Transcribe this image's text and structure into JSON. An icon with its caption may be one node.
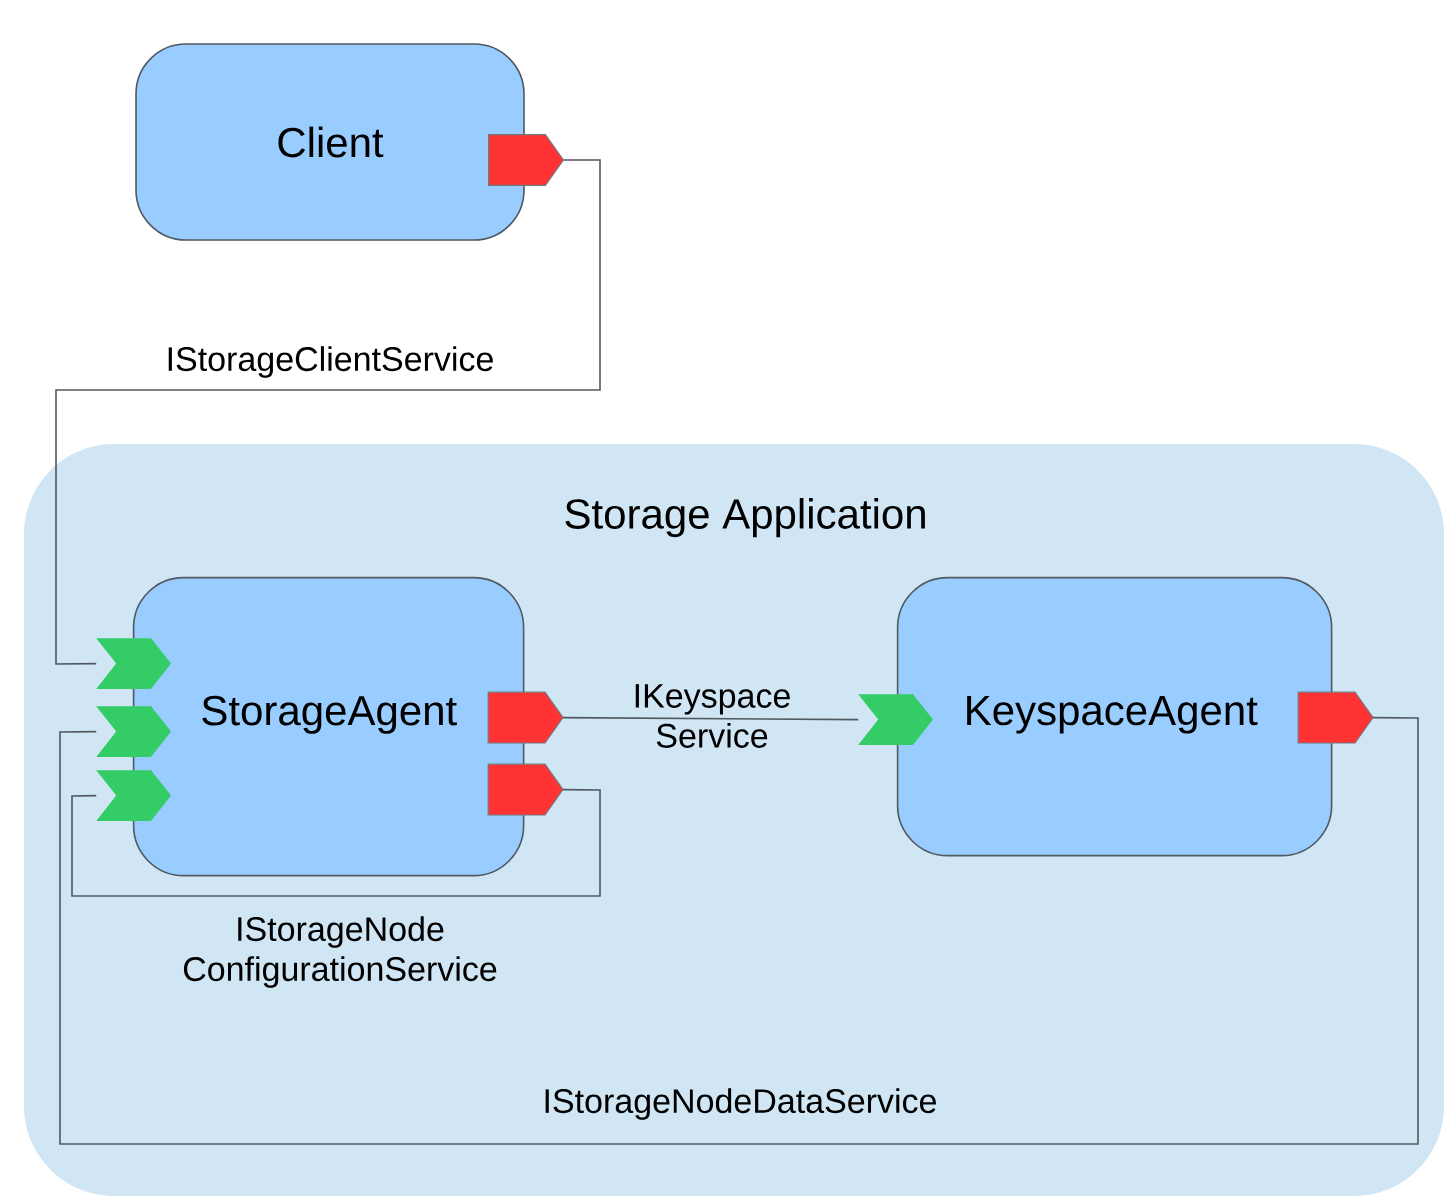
{
  "diagram": {
    "nodes": [
      {
        "text": [
          "Storage Application"
        ]
      },
      {
        "text": [
          "Client"
        ]
      },
      {
        "text": [
          "StorageAgent"
        ],
        "in": 0
      },
      {
        "text": [
          "KeyspaceAgent"
        ],
        "in": 0
      },
      {
        "text": [],
        "shape": "pentagon"
      },
      {
        "text": [],
        "shape": "chevron",
        "in": 0
      },
      {
        "text": [],
        "shape": "chevron",
        "in": 0
      },
      {
        "text": [],
        "shape": "chevron",
        "in": 0
      },
      {
        "text": [],
        "shape": "pentagon",
        "in": 0
      },
      {
        "text": [],
        "shape": "pentagon",
        "in": 0
      },
      {
        "text": [],
        "shape": "chevron",
        "in": 0
      },
      {
        "text": [],
        "shape": "pentagon",
        "in": 0
      }
    ],
    "edges": [
      {
        "from": 4,
        "to": 5,
        "arrow": "none",
        "label": "IStorageClientService"
      },
      {
        "from": 8,
        "to": 10,
        "arrow": "none",
        "label": "IKeyspace Service"
      },
      {
        "from": 9,
        "to": 7,
        "arrow": "none",
        "label": "IStorageNode ConfigurationService"
      },
      {
        "from": 11,
        "to": 6,
        "arrow": "none",
        "label": "IStorageNodeDataService"
      }
    ]
  }
}
